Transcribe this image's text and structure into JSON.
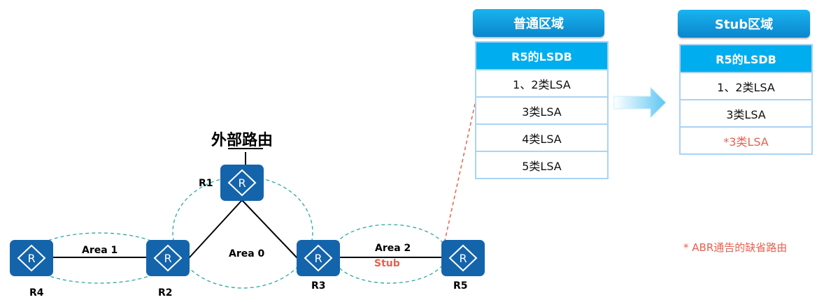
{
  "diagram": {
    "external_route": "外部路由",
    "routers": {
      "r1": "R1",
      "r2": "R2",
      "r3": "R3",
      "r4": "R4",
      "r5": "R5"
    },
    "router_glyph": "R",
    "areas": {
      "area1": "Area 1",
      "area0": "Area 0",
      "area2": "Area 2",
      "stub": "Stub"
    }
  },
  "normal_area": {
    "title": "普通区域",
    "header": "R5的LSDB",
    "rows": [
      "1、2类LSA",
      "3类LSA",
      "4类LSA",
      "5类LSA"
    ]
  },
  "stub_area": {
    "title": "Stub区域",
    "header": "R5的LSDB",
    "rows": [
      "1、2类LSA",
      "3类LSA",
      "*3类LSA"
    ]
  },
  "footnote": "* ABR通告的缺省路由",
  "colors": {
    "router": "#1464ac",
    "ellipse": "#2aa7a0",
    "accent": "#00aeef",
    "red": "#e8604f"
  }
}
